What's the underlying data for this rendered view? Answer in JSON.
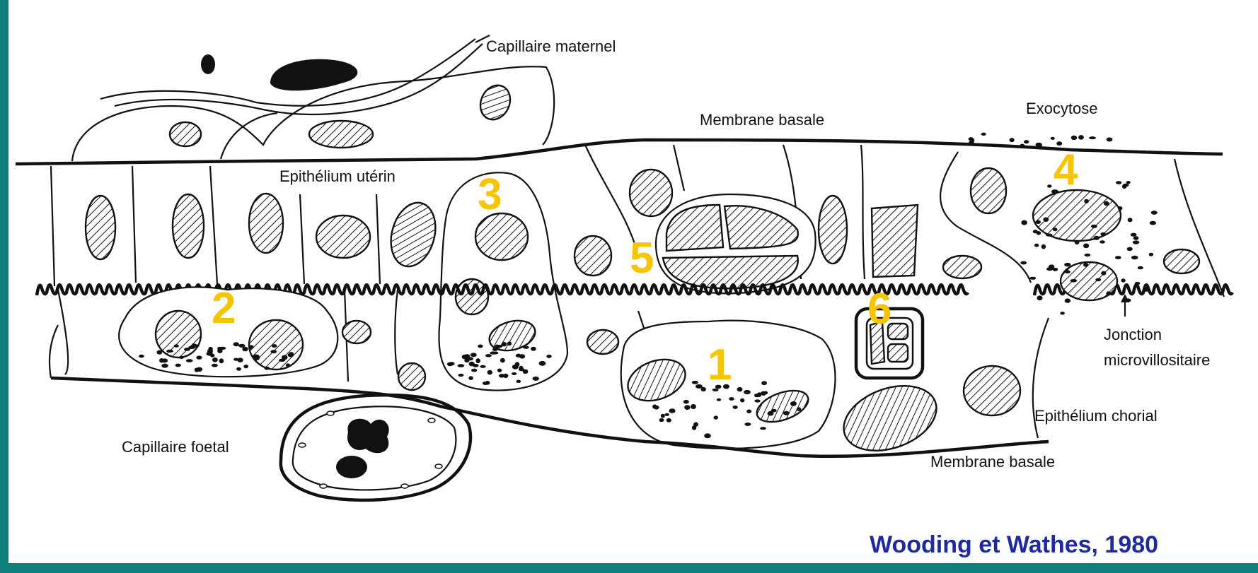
{
  "labels": {
    "capillaire_maternel": "Capillaire maternel",
    "membrane_basale_top": "Membrane basale",
    "exocytose": "Exocytose",
    "epithelium_uterin": "Epithélium utérin",
    "jonction_line1": "Jonction",
    "jonction_line2": "microvillositaire",
    "epithelium_chorial": "Epithélium chorial",
    "capillaire_foetal": "Capillaire foetal",
    "membrane_basale_bottom": "Membrane basale"
  },
  "numbers": [
    "1",
    "2",
    "3",
    "4",
    "5",
    "6"
  ],
  "credit": "Wooding et Wathes, 1980",
  "colors": {
    "frame_border": "#0e7f7a",
    "number_color": "#f6c400",
    "credit_color": "#1f2a9c"
  }
}
